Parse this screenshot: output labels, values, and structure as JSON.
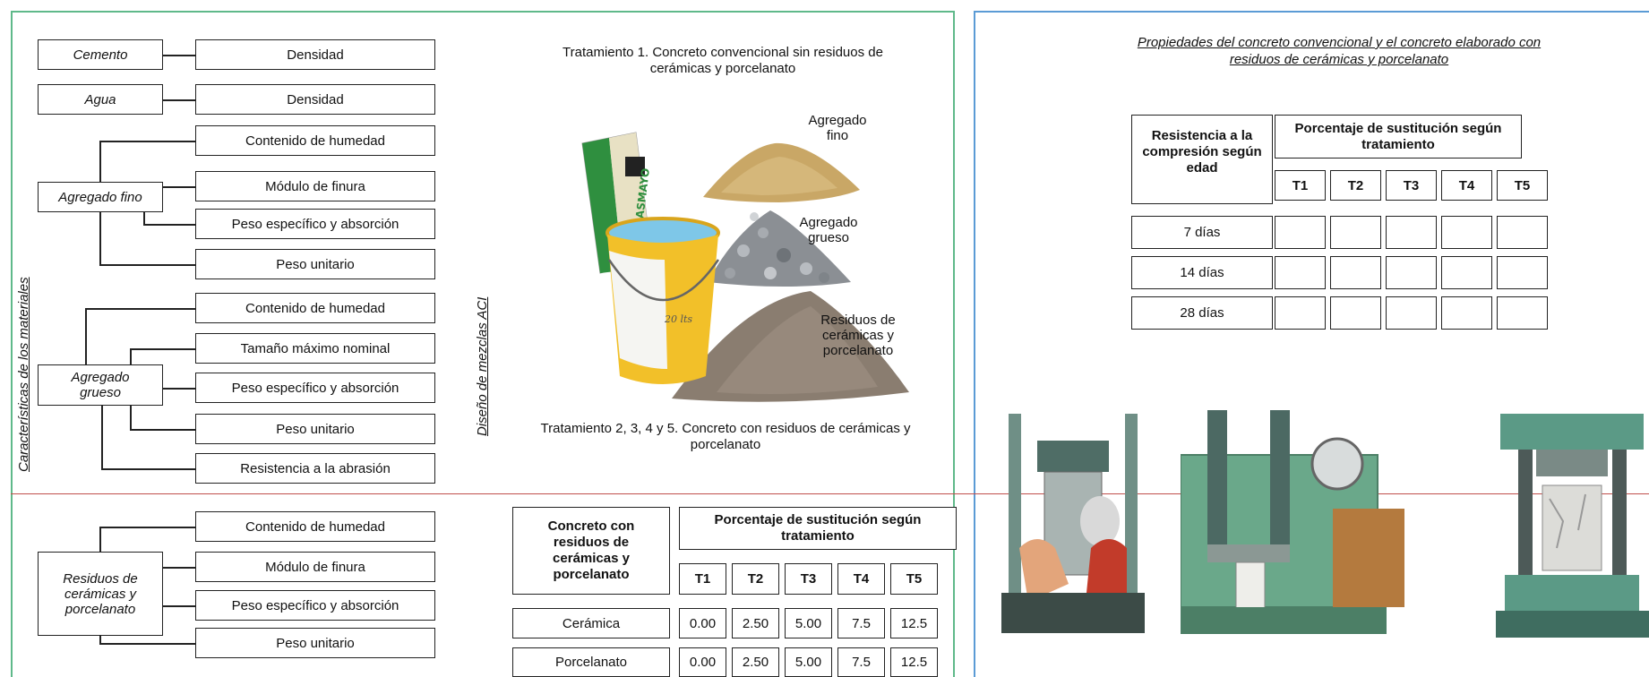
{
  "left": {
    "vertical_label_materials": "Características de los materiales",
    "vertical_label_design": "Diseño de mezclas ACI",
    "groups": {
      "cemento": {
        "label": "Cemento",
        "props": [
          "Densidad"
        ]
      },
      "agua": {
        "label": "Agua",
        "props": [
          "Densidad"
        ]
      },
      "agregado_fino": {
        "label": "Agregado fino",
        "props": [
          "Contenido de humedad",
          "Módulo de finura",
          "Peso específico y absorción",
          "Peso unitario"
        ]
      },
      "agregado_grueso": {
        "label": "Agregado grueso",
        "props": [
          "Contenido de humedad",
          "Tamaño máximo nominal",
          "Peso específico y absorción",
          "Peso unitario",
          "Resistencia a la abrasión"
        ]
      },
      "residuos": {
        "label": "Residuos de cerámicas y porcelanato",
        "props": [
          "Contenido de humedad",
          "Módulo de finura",
          "Peso específico y absorción",
          "Peso unitario"
        ]
      }
    }
  },
  "center": {
    "caption_top": "Tratamiento 1. Concreto convencional sin residuos de cerámicas y porcelanato",
    "caption_bottom": "Tratamiento 2, 3, 4 y 5. Concreto con residuos de cerámicas y porcelanato",
    "image_labels": {
      "fino": "Agregado fino",
      "grueso": "Agregado grueso",
      "residuos": "Residuos de cerámicas y porcelanato",
      "bag_brand": "PACASMAYO",
      "bucket": "20 lts"
    }
  },
  "substitution_table": {
    "row_header": "Concreto con residuos de cerámicas y porcelanato",
    "group_header": "Porcentaje de sustitución según tratamiento",
    "columns": [
      "T1",
      "T2",
      "T3",
      "T4",
      "T5"
    ],
    "rows": [
      {
        "label": "Cerámica",
        "values": [
          "0.00",
          "2.50",
          "5.00",
          "7.5",
          "12.5"
        ]
      },
      {
        "label": "Porcelanato",
        "values": [
          "0.00",
          "2.50",
          "5.00",
          "7.5",
          "12.5"
        ]
      }
    ]
  },
  "right": {
    "title": "Propiedades del concreto convencional y el concreto elaborado con residuos de cerámicas y porcelanato",
    "table": {
      "row_header": "Resistencia a la compresión según edad",
      "group_header": "Porcentaje de sustitución según tratamiento",
      "columns": [
        "T1",
        "T2",
        "T3",
        "T4",
        "T5"
      ],
      "rows": [
        "7 días",
        "14 días",
        "28 días"
      ]
    }
  },
  "colors": {
    "frame_green": "#5fb98a",
    "frame_blue": "#5b9bd5",
    "divider_red": "#c0504d",
    "machine_green": "#6aa88a",
    "bucket_yellow": "#f2c029",
    "bag_green": "#2f8f3f"
  }
}
